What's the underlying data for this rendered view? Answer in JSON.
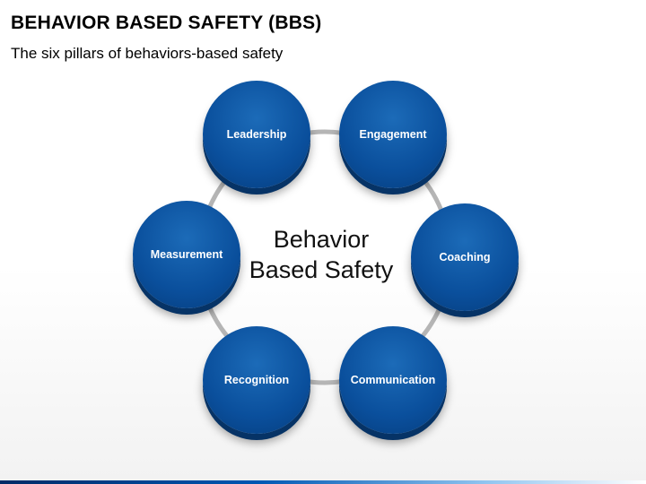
{
  "slide": {
    "title": "BEHAVIOR BASED SAFETY (BBS)",
    "subtitle": "The six pillars of behaviors-based safety"
  },
  "diagram": {
    "center_line1": "Behavior",
    "center_line2": "Based Safety",
    "pillars": [
      {
        "label": "Leadership"
      },
      {
        "label": "Engagement"
      },
      {
        "label": "Coaching"
      },
      {
        "label": "Communication"
      },
      {
        "label": "Recognition"
      },
      {
        "label": "Measurement"
      }
    ]
  },
  "colors": {
    "pillar_fill": "#0a4f9c",
    "ring": "#b5b5b5",
    "accent_bar": "#0057b3"
  }
}
